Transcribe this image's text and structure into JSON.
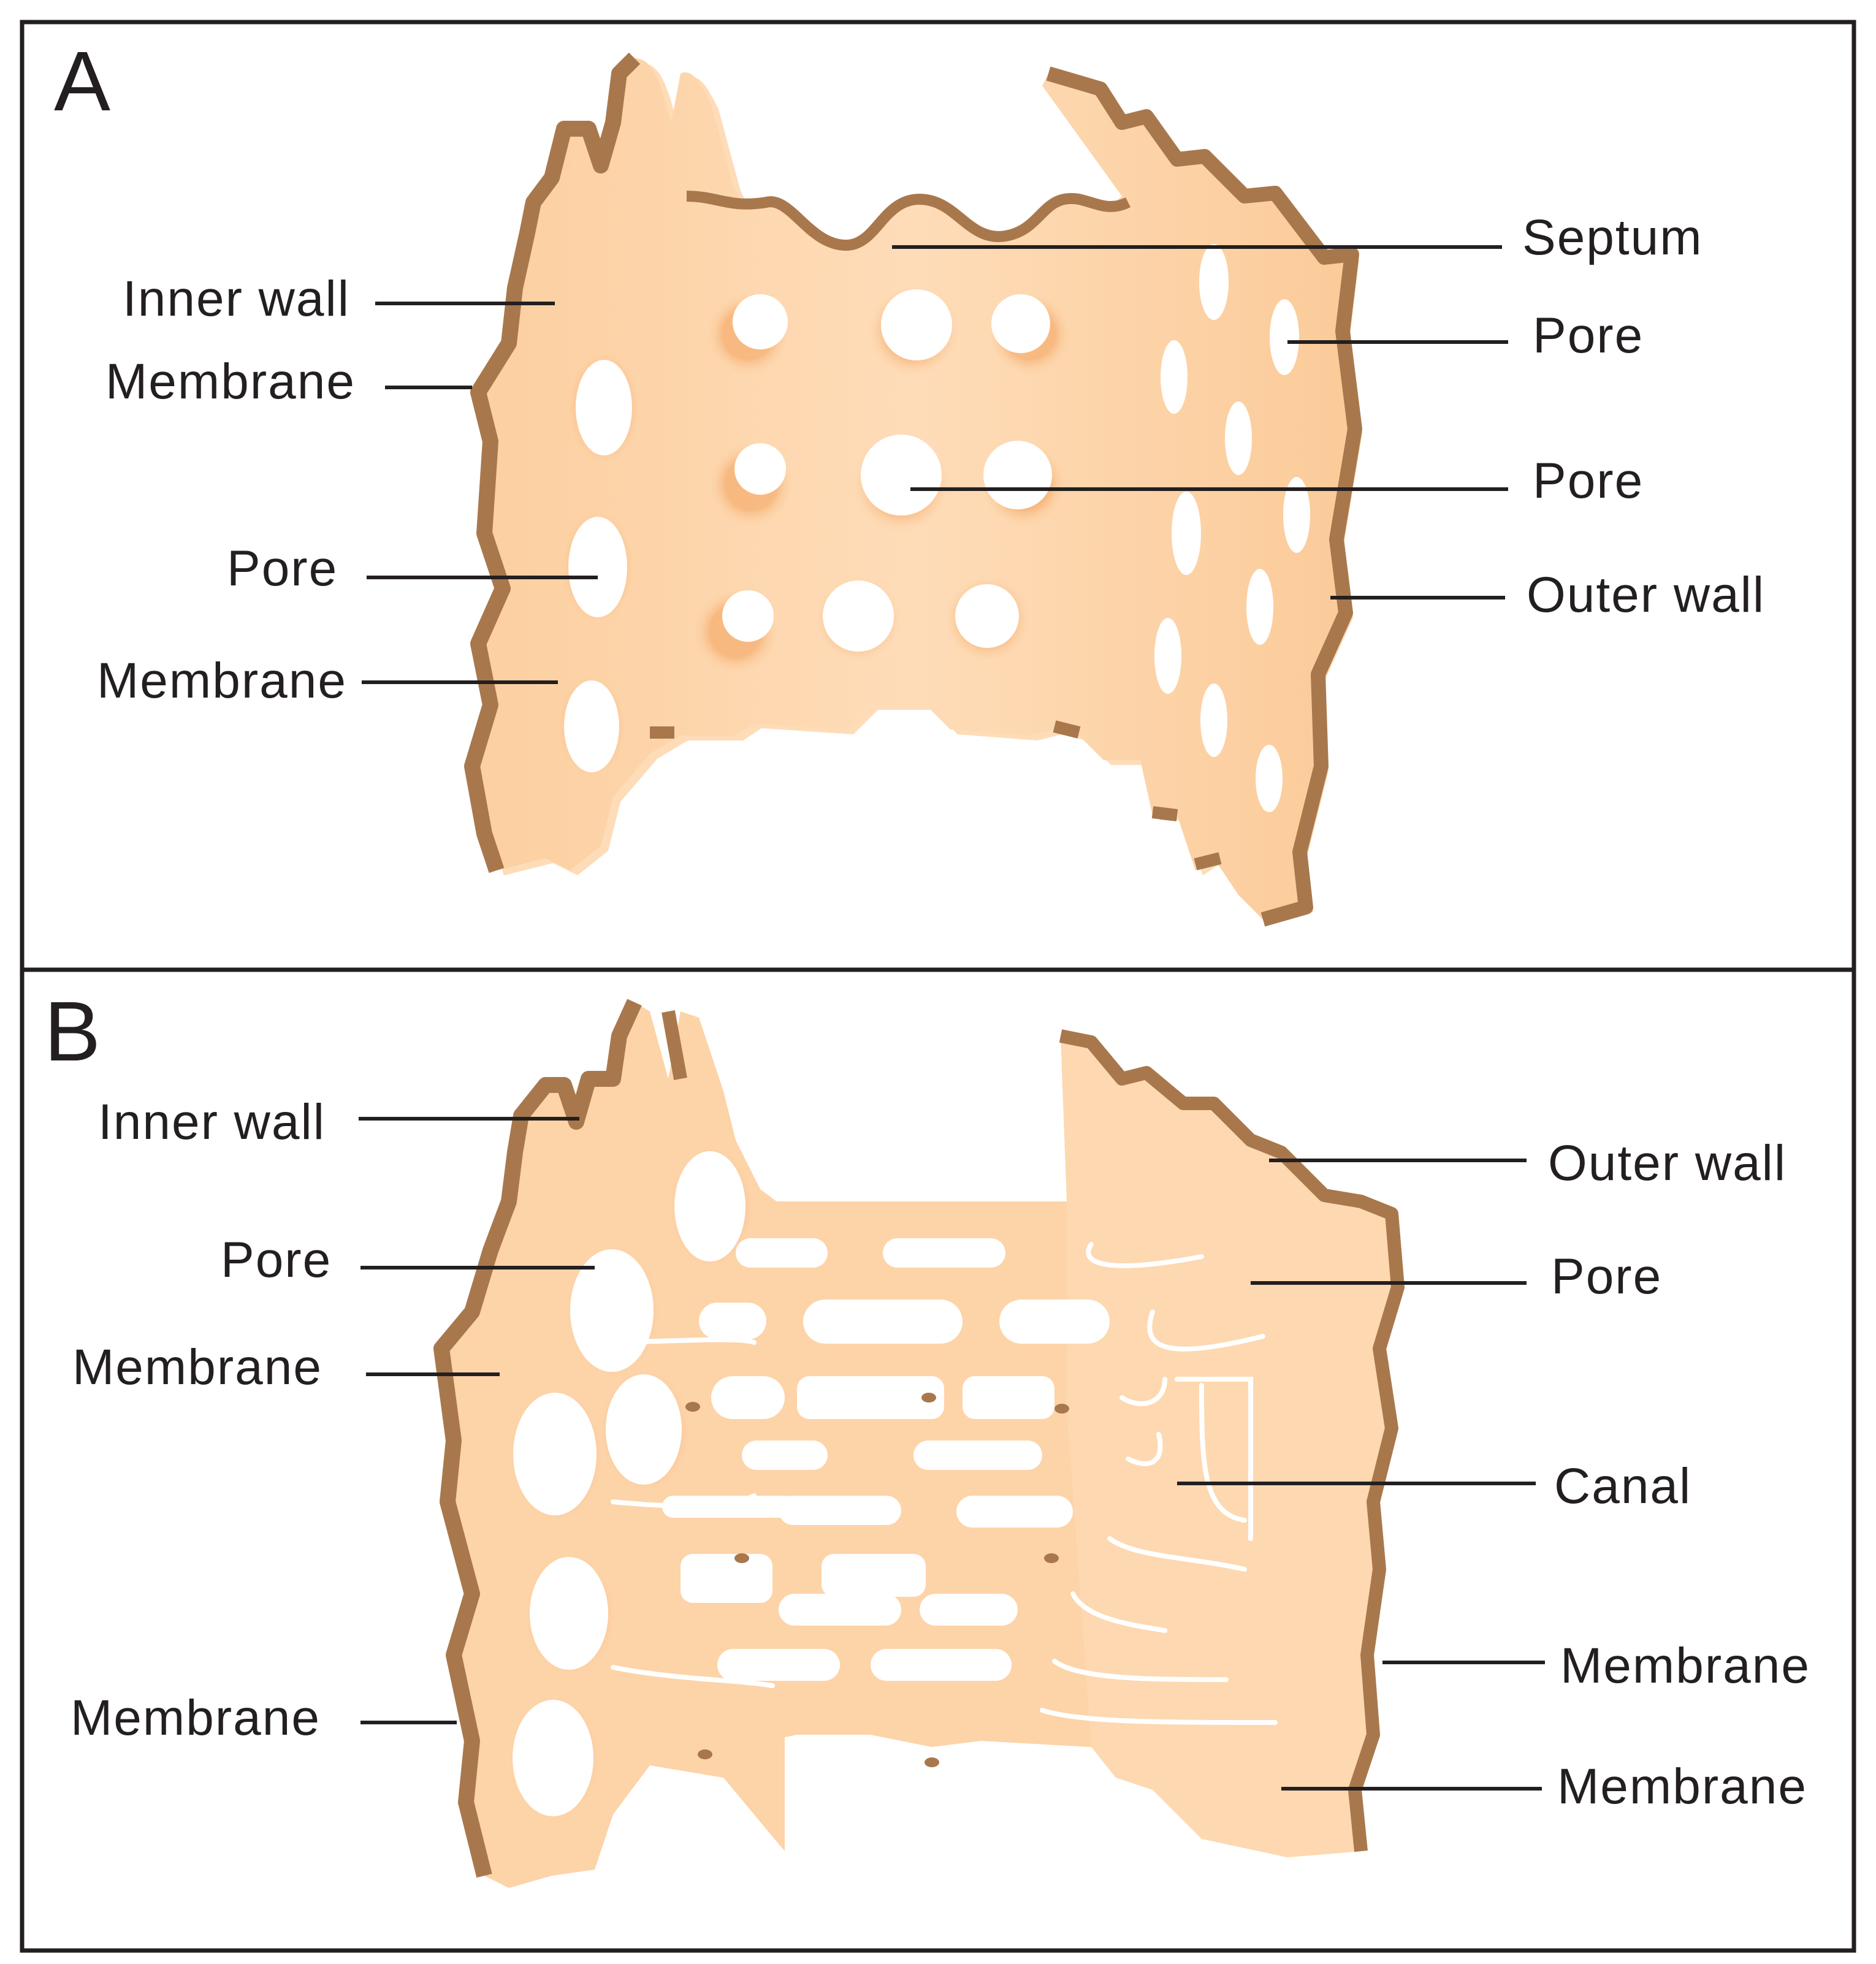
{
  "panels": {
    "A": {
      "letter": "A",
      "labels": {
        "inner_wall": "Inner wall",
        "membrane_top": "Membrane",
        "pore_left": "Pore",
        "membrane_bottom": "Membrane",
        "septum": "Septum",
        "pore_right_top": "Pore",
        "pore_right_mid": "Pore",
        "outer_wall": "Outer wall"
      }
    },
    "B": {
      "letter": "B",
      "labels": {
        "inner_wall": "Inner wall",
        "pore_left": "Pore",
        "membrane_left_top": "Membrane",
        "membrane_left_bottom": "Membrane",
        "outer_wall": "Outer wall",
        "pore_right": "Pore",
        "canal": "Canal",
        "membrane_right_top": "Membrane",
        "membrane_right_bottom": "Membrane"
      }
    }
  },
  "colors": {
    "membrane_fill": "#fdd3a8",
    "membrane_light": "#fedebb",
    "wall_brown": "#a8784c",
    "pore_shadow": "#f3a15c",
    "frame": "#231f20",
    "text": "#231f20"
  }
}
